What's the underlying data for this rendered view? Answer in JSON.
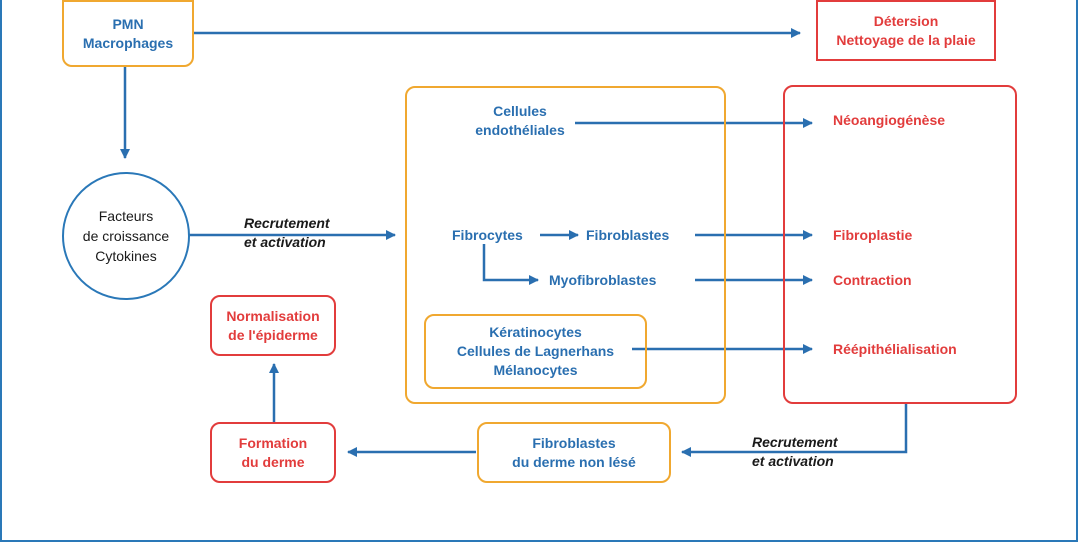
{
  "colors": {
    "blue": "#2a6fb0",
    "orange": "#f0a830",
    "red": "#e23c3c",
    "frame": "#2a78b8"
  },
  "nodes": {
    "pmn": "PMN\nMacrophages",
    "detersion": "Détersion\nNettoyage de la plaie",
    "facteurs": "Facteurs\nde croissance\nCytokines",
    "cellules_endo": "Cellules\nendothéliales",
    "fibrocytes": "Fibrocytes",
    "fibroblastes": "Fibroblastes",
    "myofibroblastes": "Myofibroblastes",
    "keratinocytes": "Kératinocytes\nCellules de Lagnerhans\nMélanocytes",
    "neoangio": "Néoangiogénèse",
    "fibroplastie": "Fibroplastie",
    "contraction": "Contraction",
    "reepith": "Réépithélialisation",
    "normalisation": "Normalisation\nde l'épiderme",
    "formation_derme": "Formation\ndu derme",
    "fibroblastes_derme": "Fibroblastes\ndu derme non lésé"
  },
  "edge_labels": {
    "recrutement_1": "Recrutement\net activation",
    "recrutement_2": "Recrutement\net activation"
  }
}
